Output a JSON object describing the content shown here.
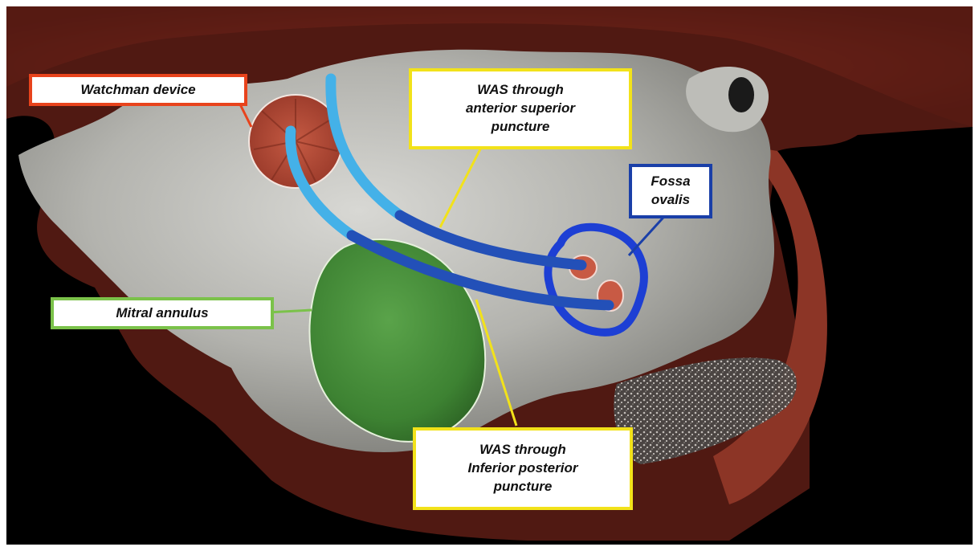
{
  "labels": {
    "watchman": "Watchman device",
    "superior": "WAS through\nanterior superior\npuncture",
    "fossa": "Fossa\novalis",
    "mitral": "Mitral annulus",
    "inferior": "WAS through\nInferior posterior\npuncture"
  },
  "colors": {
    "watchman_border": "#e8431c",
    "was_border": "#f2e21a",
    "fossa_border": "#1a3fa8",
    "mitral_border": "#7bc24a",
    "tissue_red": "#7a2a20",
    "atrial_surface": "#b9b9b5",
    "mitral_green": "#3f8a34",
    "sheath_light": "#3aa8e0",
    "sheath_dark": "#1f4fb0"
  }
}
